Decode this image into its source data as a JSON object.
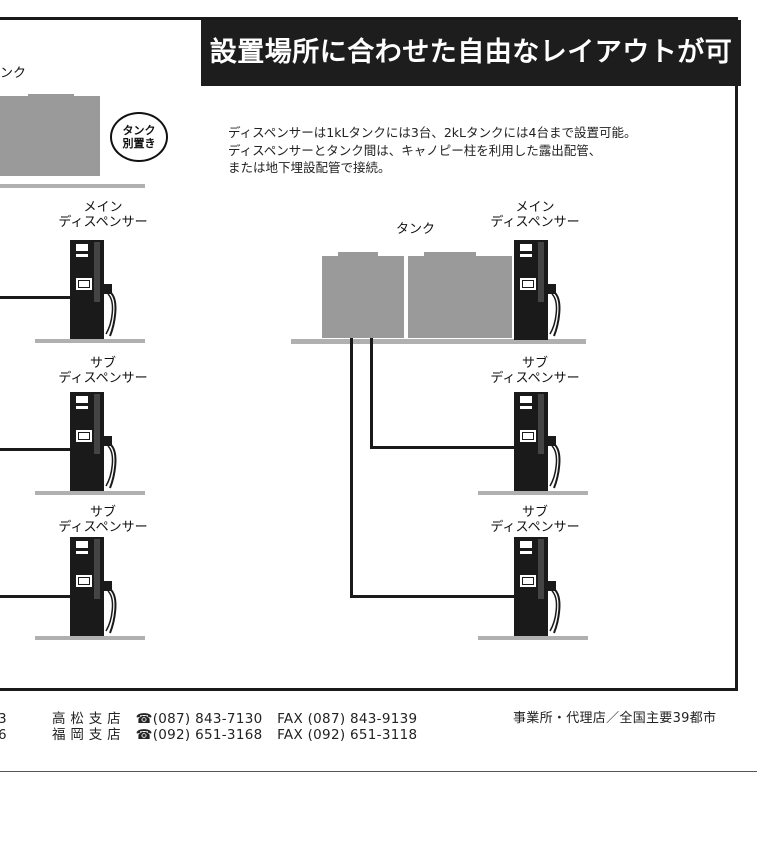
{
  "header": {
    "title": "設置場所に合わせた自由なレイアウトが可能!!"
  },
  "description": {
    "lines": [
      "ディスペンサーは1kLタンクには3台、2kLタンクには4台まで設置可能。",
      "ディスペンサーとタンク間は、キャノピー柱を利用した露出配管、",
      "または地下埋設配管で接続。"
    ]
  },
  "left_diagram": {
    "tank_label_fragment": "ンク",
    "separate_tank_badge": [
      "タンク",
      "別置き"
    ],
    "main_dispenser": [
      "メイン",
      "ディスペンサー"
    ],
    "sub_dispenser_1": [
      "サブ",
      "ディスペンサー"
    ],
    "sub_dispenser_2": [
      "サブ",
      "ディスペンサー"
    ]
  },
  "right_diagram": {
    "tank_label": "タンク",
    "main_dispenser": [
      "メイン",
      "ディスペンサー"
    ],
    "sub_dispenser_1": [
      "サブ",
      "ディスペンサー"
    ],
    "sub_dispenser_2": [
      "サブ",
      "ディスペンサー"
    ]
  },
  "footer": {
    "left_fragments": [
      "3",
      "6"
    ],
    "branches": [
      {
        "name": "高 松 支 店",
        "tel": "(087) 843-7130",
        "fax": "FAX (087) 843-9139"
      },
      {
        "name": "福 岡 支 店",
        "tel": "(092) 651-3168",
        "fax": "FAX (092) 651-3118"
      }
    ],
    "phone_symbol": "☎",
    "offices": "事業所・代理店／全国主要39都市"
  },
  "colors": {
    "title_bg": "#1d1d1d",
    "tank_gray": "#9a9a9a",
    "ground_gray": "#b0b0b0",
    "dispenser": "#1a1a1a"
  }
}
